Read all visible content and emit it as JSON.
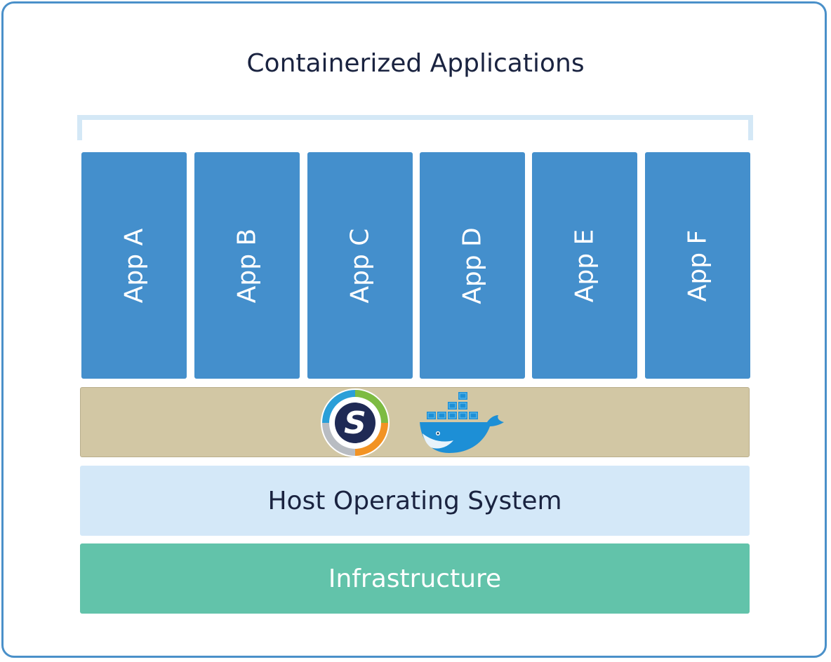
{
  "diagram": {
    "title": "Containerized Applications",
    "apps": [
      {
        "label": "App A"
      },
      {
        "label": "App B"
      },
      {
        "label": "App C"
      },
      {
        "label": "App D"
      },
      {
        "label": "App E"
      },
      {
        "label": "App F"
      }
    ],
    "engine_layer": {
      "icons": [
        "shippable-s-logo-icon",
        "docker-whale-logo-icon"
      ],
      "color": "#d2c7a4"
    },
    "host_layer": {
      "label": "Host Operating System",
      "color": "#d4e8f8"
    },
    "infrastructure_layer": {
      "label": "Infrastructure",
      "color": "#62c3aa"
    },
    "colors": {
      "frame": "#4a90c9",
      "app": "#448fcc",
      "bracket": "#d4e8f6",
      "text_dark": "#1a2340"
    }
  }
}
